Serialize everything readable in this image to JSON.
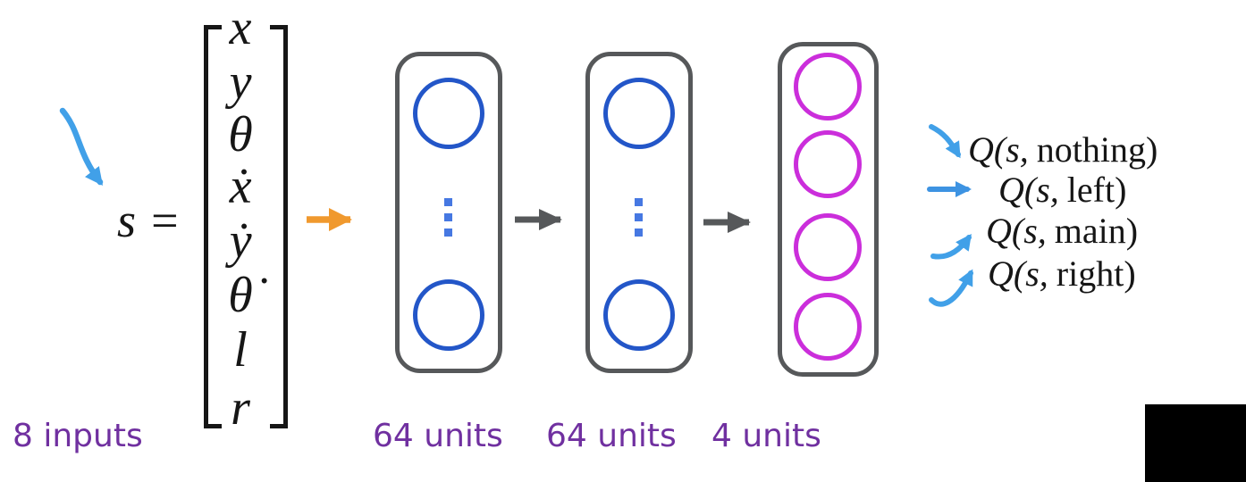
{
  "state": {
    "symbol": "s",
    "equals": "=",
    "vector": [
      "x",
      "y",
      "θ",
      "ẋ",
      "ẏ",
      "θ̇",
      "l",
      "r"
    ]
  },
  "labels": {
    "inputs": "8 inputs",
    "hidden1": "64 units",
    "hidden2": "64 units",
    "output": "4 units"
  },
  "outputs": [
    {
      "prefix": "Q(s,",
      "action": "nothing)"
    },
    {
      "prefix": "Q(s,",
      "action": "left)"
    },
    {
      "prefix": "Q(s,",
      "action": "main)"
    },
    {
      "prefix": "Q(s,",
      "action": "right)"
    }
  ],
  "icons": {
    "annotation_arrow": "hand-drawn-blue-curved-arrow",
    "input_arrow": "orange-right-arrow",
    "layer_arrow": "gray-right-arrow",
    "q_arrows": [
      "blue-down-right-arrow",
      "blue-right-arrow",
      "blue-up-right-arrow",
      "blue-swoosh-up-right-arrow"
    ]
  },
  "colors": {
    "hidden_unit_blue": "#2356c8",
    "ellipsis_blue": "#4678e2",
    "output_unit_magenta": "#cb2edb",
    "label_purple": "#7030a0",
    "input_arrow_orange": "#f0992e",
    "annotation_blue": "#41a0e8",
    "frame_gray": "#56585a",
    "ink_black": "#161616"
  }
}
